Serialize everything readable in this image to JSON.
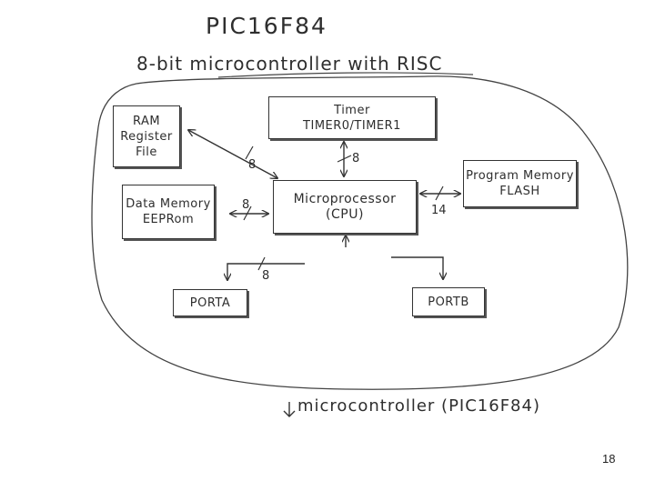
{
  "title": "PIC16F84",
  "subtitle": "8-bit microcontroller with RISC",
  "blocks": {
    "ram": "RAM\nRegister\nFile",
    "timer": "Timer\nTIMER0/TIMER1",
    "data_memory": "Data Memory\nEEPRom",
    "cpu": "Microprocessor\n(CPU)",
    "program_memory": "Program Memory\nFLASH",
    "porta": "PORTA",
    "portb": "PORTB"
  },
  "bus_widths": {
    "ram_cpu": "8",
    "timer_cpu": "8",
    "eeprom_cpu": "8",
    "flash_cpu": "14",
    "porta": "8"
  },
  "footer": "microcontroller (PIC16F84)",
  "page_number": "18"
}
